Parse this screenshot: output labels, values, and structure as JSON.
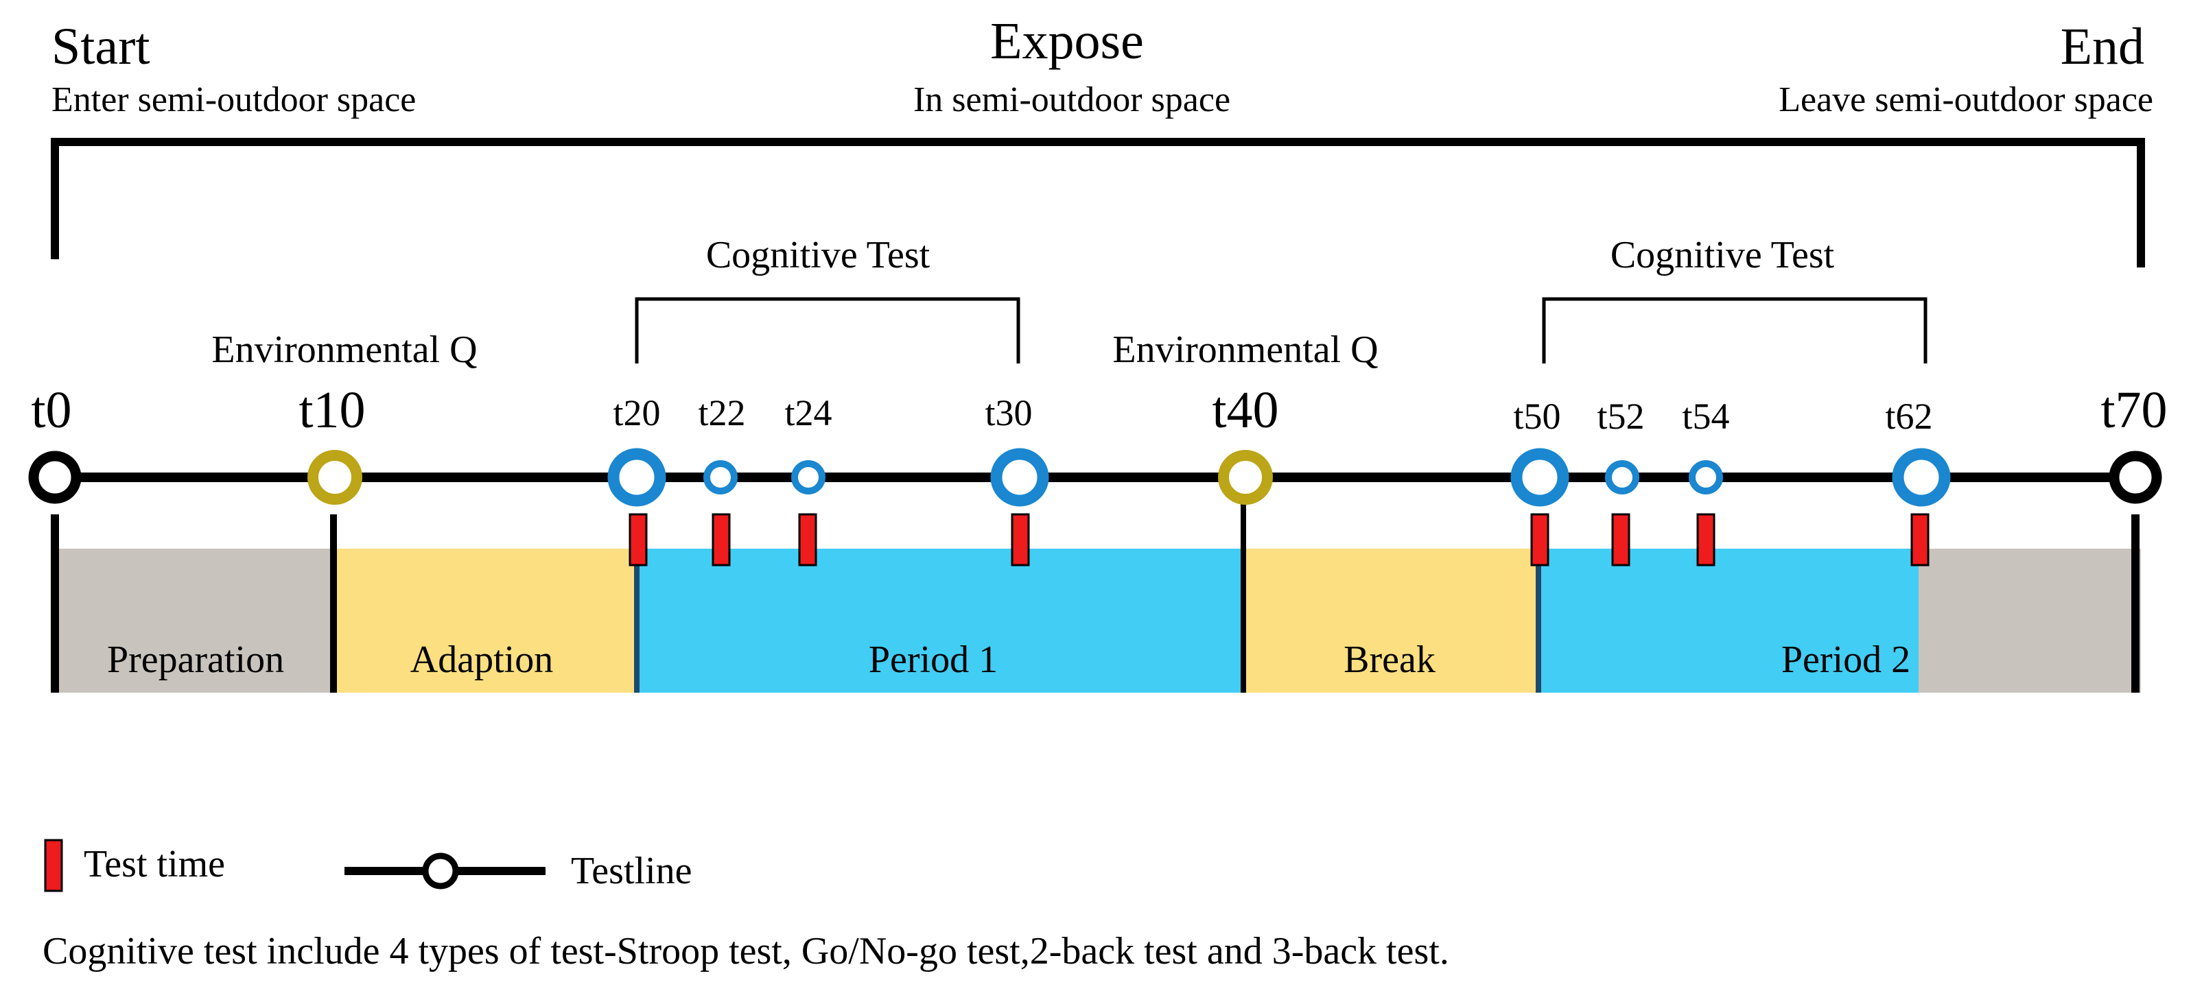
{
  "phases": {
    "start": {
      "title": "Start",
      "subtitle": "Enter semi-outdoor space"
    },
    "expose": {
      "title": "Expose",
      "subtitle": "In semi-outdoor space"
    },
    "end": {
      "title": "End",
      "subtitle": "Leave semi-outdoor space"
    }
  },
  "cognitive_test_label_1": "Cognitive Test",
  "cognitive_test_label_2": "Cognitive Test",
  "environmental_q_label_1": "Environmental Q",
  "environmental_q_label_2": "Environmental Q",
  "timepoints": {
    "t0": "t0",
    "t10": "t10",
    "t20": "t20",
    "t22": "t22",
    "t24": "t24",
    "t30": "t30",
    "t40": "t40",
    "t50": "t50",
    "t52": "t52",
    "t54": "t54",
    "t62": "t62",
    "t70": "t70"
  },
  "segments": {
    "preparation": "Preparation",
    "adaption": "Adaption",
    "period1": "Period 1",
    "break": "Break",
    "period2": "Period 2"
  },
  "legend": {
    "test_time": "Test time",
    "testline": "Testline"
  },
  "note": "Cognitive test include 4 types of test-Stroop test, Go/No-go test,2-back test and 3-back test.",
  "colors": {
    "gray": "#c8c4bd",
    "yellow": "#fcdf80",
    "cyan": "#42cdf4",
    "blue_ring": "#1a87d0",
    "olive_ring": "#bca517",
    "red": "#ee1c1c",
    "line": "#000000"
  }
}
